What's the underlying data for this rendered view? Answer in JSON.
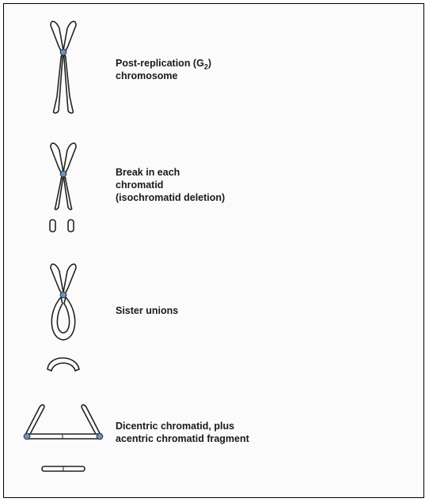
{
  "panels": [
    {
      "id": "g2",
      "label_main": "Post-replication (G",
      "label_sub": "2",
      "label_close": ")",
      "label_line2": "chromosome"
    },
    {
      "id": "isochromatid",
      "label_lines": [
        "Break in each",
        "chromatid",
        "(isochromatid deletion)"
      ]
    },
    {
      "id": "sister",
      "label_lines": [
        "Sister unions"
      ]
    },
    {
      "id": "dicentric",
      "label_lines": [
        "Dicentric chromatid, plus",
        "acentric chromatid fragment"
      ]
    }
  ],
  "colors": {
    "centromere": "#6f92b6",
    "outline": "#222222",
    "frame": "#000000"
  }
}
